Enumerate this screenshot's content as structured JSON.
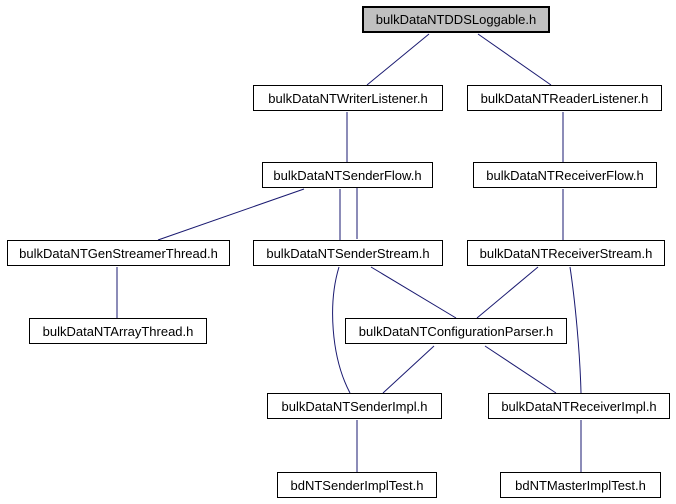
{
  "graph": {
    "type": "include-dependency-graph",
    "nodes": [
      {
        "id": "dds-loggable",
        "label": "bulkDataNTDDSLoggable.h",
        "role": "root"
      },
      {
        "id": "writer-listener",
        "label": "bulkDataNTWriterListener.h"
      },
      {
        "id": "reader-listener",
        "label": "bulkDataNTReaderListener.h"
      },
      {
        "id": "sender-flow",
        "label": "bulkDataNTSenderFlow.h"
      },
      {
        "id": "receiver-flow",
        "label": "bulkDataNTReceiverFlow.h"
      },
      {
        "id": "gen-streamer-thread",
        "label": "bulkDataNTGenStreamerThread.h"
      },
      {
        "id": "sender-stream",
        "label": "bulkDataNTSenderStream.h"
      },
      {
        "id": "receiver-stream",
        "label": "bulkDataNTReceiverStream.h"
      },
      {
        "id": "array-thread",
        "label": "bulkDataNTArrayThread.h"
      },
      {
        "id": "configuration-parser",
        "label": "bulkDataNTConfigurationParser.h"
      },
      {
        "id": "sender-impl",
        "label": "bulkDataNTSenderImpl.h"
      },
      {
        "id": "receiver-impl",
        "label": "bulkDataNTReceiverImpl.h"
      },
      {
        "id": "sender-impl-test",
        "label": "bdNTSenderImplTest.h"
      },
      {
        "id": "master-impl-test",
        "label": "bdNTMasterImplTest.h"
      }
    ],
    "edges": [
      {
        "from": "writer-listener",
        "to": "dds-loggable"
      },
      {
        "from": "reader-listener",
        "to": "dds-loggable"
      },
      {
        "from": "sender-flow",
        "to": "writer-listener"
      },
      {
        "from": "receiver-flow",
        "to": "reader-listener"
      },
      {
        "from": "gen-streamer-thread",
        "to": "sender-flow"
      },
      {
        "from": "sender-stream",
        "to": "sender-flow"
      },
      {
        "from": "sender-flow",
        "to": "sender-stream"
      },
      {
        "from": "receiver-stream",
        "to": "receiver-flow"
      },
      {
        "from": "array-thread",
        "to": "gen-streamer-thread"
      },
      {
        "from": "configuration-parser",
        "to": "sender-stream"
      },
      {
        "from": "configuration-parser",
        "to": "receiver-stream"
      },
      {
        "from": "sender-impl",
        "to": "sender-stream"
      },
      {
        "from": "receiver-impl",
        "to": "receiver-stream"
      },
      {
        "from": "sender-impl",
        "to": "configuration-parser"
      },
      {
        "from": "receiver-impl",
        "to": "configuration-parser"
      },
      {
        "from": "sender-impl-test",
        "to": "sender-impl"
      },
      {
        "from": "master-impl-test",
        "to": "receiver-impl"
      }
    ],
    "colors": {
      "edge": "#191970",
      "node_border": "#000000",
      "node_fill": "#ffffff",
      "root_fill": "#c0c0c0",
      "background": "#ffffff"
    }
  }
}
